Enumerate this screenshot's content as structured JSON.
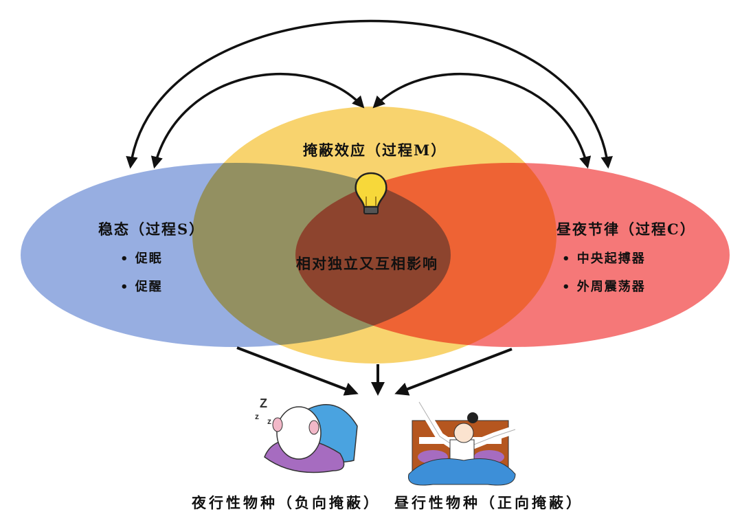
{
  "colors": {
    "process_s": "#8ea6dc",
    "process_c": "#f46e6e",
    "process_m": "#f8d36e",
    "arrow": "#111111"
  },
  "process_m": {
    "title": "掩蔽效应（过程M）",
    "icon": "lightbulb-icon"
  },
  "process_s": {
    "title": "稳态（过程S）",
    "items": [
      "• 促眠",
      "• 促醒"
    ]
  },
  "process_c": {
    "title": "昼夜节律（过程C）",
    "items": [
      "• 中央起搏器",
      "• 外周震荡器"
    ]
  },
  "center_text": "相对独立又互相影响",
  "outputs": [
    {
      "caption": "夜行性物种（负向掩蔽）",
      "icon": "sleeping-rat-icon",
      "zzz": "Z z z"
    },
    {
      "caption": "昼行性物种（正向掩蔽）",
      "icon": "waking-person-icon"
    }
  ]
}
